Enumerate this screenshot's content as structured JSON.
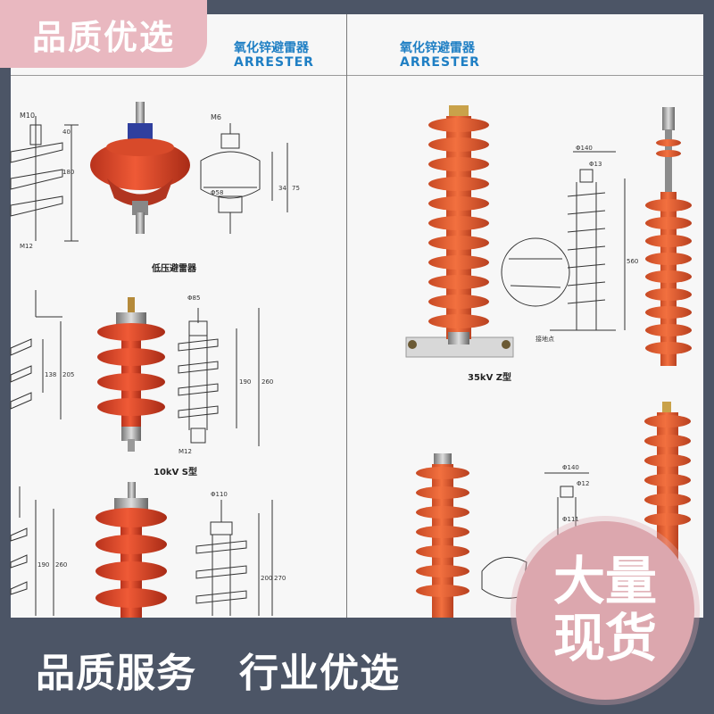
{
  "banner": {
    "text": "品质优选"
  },
  "pages": [
    {
      "title_cn": "氧化锌避雷器",
      "title_en": "ARRESTER"
    },
    {
      "title_cn": "氧化锌避雷器",
      "title_en": "ARRESTER"
    }
  ],
  "captions": {
    "low_voltage": "低压避雷器",
    "s_type": "10kV  S型",
    "z_type": "35kV  Z型"
  },
  "drawing_labels": {
    "m10": "M10",
    "m6": "M6",
    "m12a": "M12",
    "m12b": "M12",
    "d40": "40",
    "d180": "180",
    "phi58": "Φ58",
    "d34": "34",
    "d75": "75",
    "phi85": "Φ85",
    "d138": "138",
    "d205": "205",
    "d190": "190",
    "d260": "260",
    "phi110": "Φ110",
    "d190b": "190",
    "d260b": "260",
    "d200": "200",
    "d270": "270",
    "phi140": "Φ140",
    "phi13": "Φ13",
    "d560": "560",
    "ground": "接地点",
    "phi140b": "Φ140",
    "phi12": "Φ12",
    "phi111": "Φ111"
  },
  "slogan": {
    "left": "品质服务",
    "right": "行业优选"
  },
  "stamp": {
    "line1": "大量",
    "line2": "现货"
  },
  "colors": {
    "background": "#4c5566",
    "banner": "#e9b8c0",
    "stamp": "#dca7ae",
    "title_blue": "#1f7fc4",
    "porcelain": "#e8502f"
  }
}
